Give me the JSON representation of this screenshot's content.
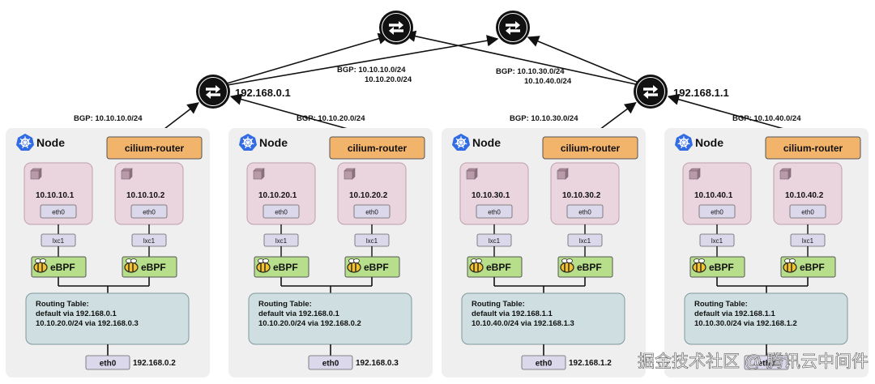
{
  "top_routers": [
    "router",
    "router"
  ],
  "edge_routers": [
    {
      "ip": "192.168.0.1"
    },
    {
      "ip": "192.168.1.1"
    }
  ],
  "bgp_top": [
    {
      "line1": "BGP:  10.10.10.0/24",
      "line2": "10.10.20.0/24"
    },
    {
      "line1": "BGP:  10.10.30.0/24",
      "line2": "10.10.40.0/24"
    }
  ],
  "nodes": [
    {
      "title": "Node",
      "router": "cilium-router",
      "bgp": "BGP:  10.10.10.0/24",
      "pods": [
        {
          "ip": "10.10.10.1",
          "eth": "eth0",
          "lxc": "lxc1",
          "ebpf": "eBPF"
        },
        {
          "ip": "10.10.10.2",
          "eth": "eth0",
          "lxc": "lxc1",
          "ebpf": "eBPF"
        }
      ],
      "routing": [
        "Routing Table:",
        "default via 192.168.0.1",
        "10.10.20.0/24 via 192.168.0.3"
      ],
      "eth0": "eth0",
      "eth_ip": "192.168.0.2"
    },
    {
      "title": "Node",
      "router": "cilium-router",
      "bgp": "BGP:  10.10.20.0/24",
      "pods": [
        {
          "ip": "10.10.20.1",
          "eth": "eth0",
          "lxc": "lxc1",
          "ebpf": "eBPF"
        },
        {
          "ip": "10.10.20.2",
          "eth": "eth0",
          "lxc": "lxc1",
          "ebpf": "eBPF"
        }
      ],
      "routing": [
        "Routing Table:",
        "default via 192.168.0.1",
        "10.10.20.0/24 via 192.168.0.2"
      ],
      "eth0": "eth0",
      "eth_ip": "192.168.0.3"
    },
    {
      "title": "Node",
      "router": "cilium-router",
      "bgp": "BGP:  10.10.30.0/24",
      "pods": [
        {
          "ip": "10.10.30.1",
          "eth": "eth0",
          "lxc": "lxc1",
          "ebpf": "eBPF"
        },
        {
          "ip": "10.10.30.2",
          "eth": "eth0",
          "lxc": "lxc1",
          "ebpf": "eBPF"
        }
      ],
      "routing": [
        "Routing Table:",
        "default via 192.168.1.1",
        "10.10.40.0/24 via 192.168.1.3"
      ],
      "eth0": "eth0",
      "eth_ip": "192.168.1.2"
    },
    {
      "title": "Node",
      "router": "cilium-router",
      "bgp": "BGP:  10.10.40.0/24",
      "pods": [
        {
          "ip": "10.10.40.1",
          "eth": "eth0",
          "lxc": "lxc1",
          "ebpf": "eBPF"
        },
        {
          "ip": "10.10.40.2",
          "eth": "eth0",
          "lxc": "lxc1",
          "ebpf": "eBPF"
        }
      ],
      "routing": [
        "Routing Table:",
        "default via 192.168.1.1",
        "10.10.30.0/24 via 192.168.1.2"
      ],
      "eth0": "eth0",
      "eth_ip": ""
    }
  ],
  "watermark": "掘金技术社区 @ 腾讯云中间件",
  "colors": {
    "node_bg": "#efefef",
    "router_fill": "#f2b36a",
    "pod_fill": "#ead5de",
    "pod_stroke": "#bfa0ae",
    "ebpf_fill": "#b7de8a",
    "routing_fill": "#cfdfe1",
    "small_box_fill": "#dcd8ec",
    "k8s_blue": "#326ce5"
  }
}
